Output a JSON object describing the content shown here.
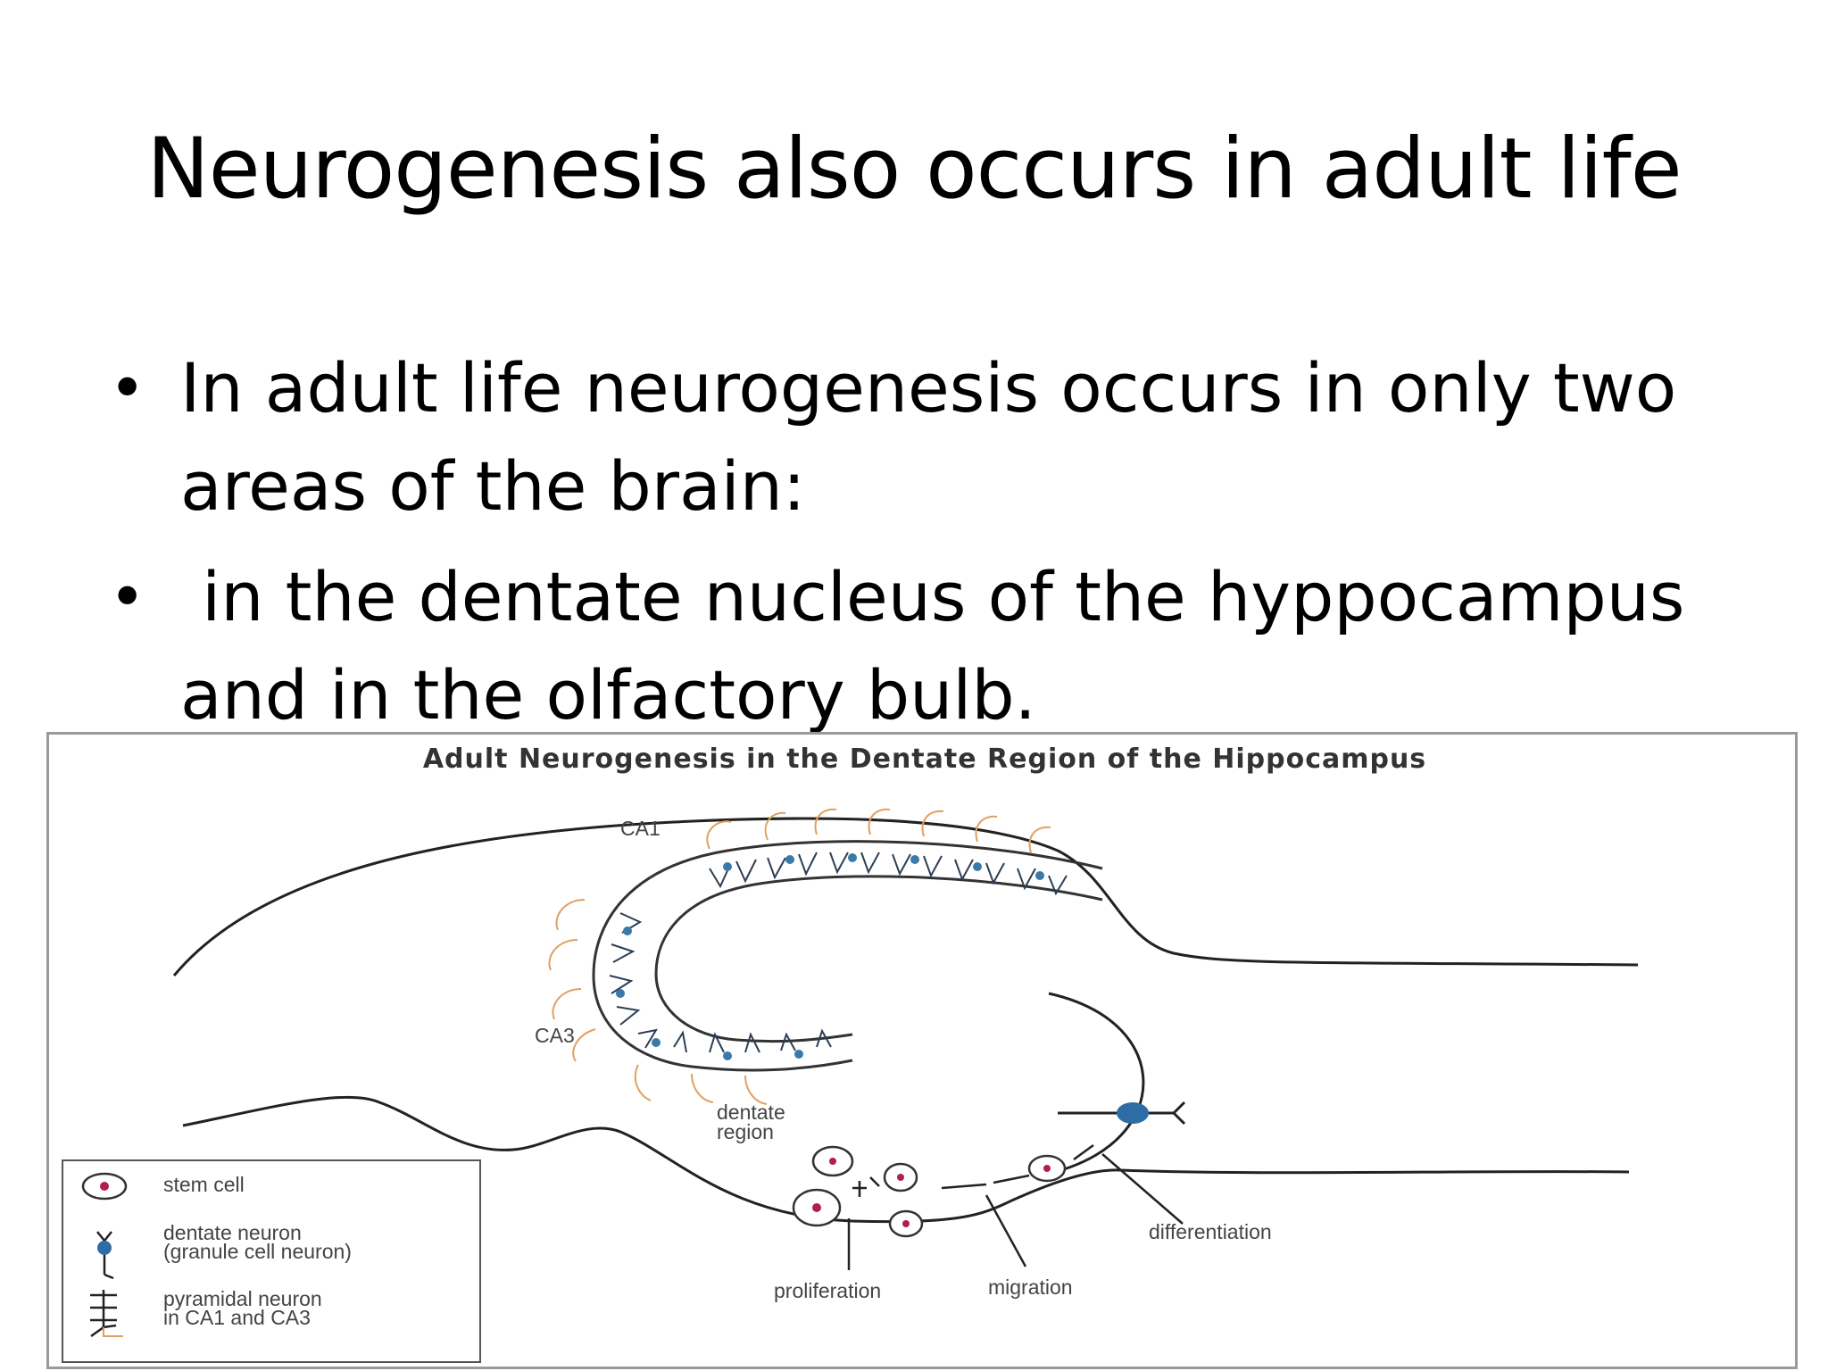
{
  "slide": {
    "title": "Neurogenesis also occurs in adult life",
    "bullets": [
      {
        "line1": "In adult life neurogenesis occurs in only two",
        "line2": "areas of the brain:"
      },
      {
        "line1": " in the dentate nucleus of the hyppocampus",
        "line2": "and in the olfactory bulb."
      }
    ],
    "bullet_symbol": "•"
  },
  "figure": {
    "title": "Adult Neurogenesis in the Dentate Region of the Hippocampus",
    "labels": {
      "ca1": "CA1",
      "ca3": "CA3",
      "dentate_region_1": "dentate",
      "dentate_region_2": "region",
      "proliferation": "proliferation",
      "migration": "migration",
      "differentiation": "differentiation"
    },
    "legend": {
      "stem_cell": "stem cell",
      "dentate_neuron_1": "dentate neuron",
      "dentate_neuron_2": "(granule cell neuron)",
      "pyramidal_1": "pyramidal neuron",
      "pyramidal_2": "in CA1 and CA3"
    },
    "colors": {
      "stem_cell_nucleus": "#b0204a",
      "dentate_neuron": "#2e6da4",
      "pyramidal_neuron": "#3a7aa8",
      "axon": "#e0a060"
    }
  }
}
